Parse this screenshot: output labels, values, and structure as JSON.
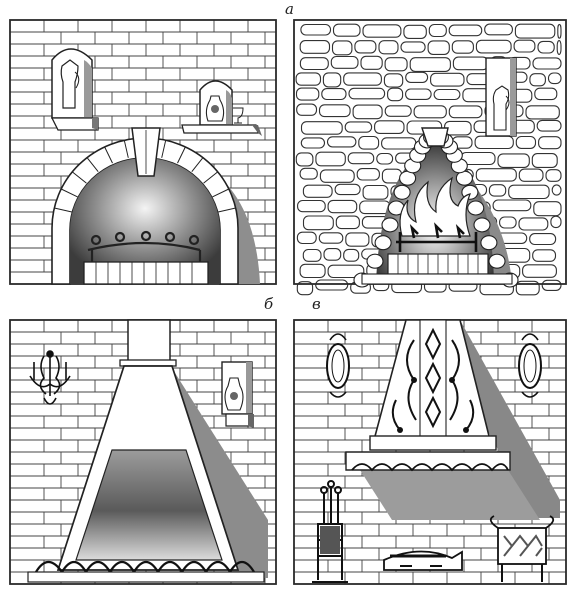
{
  "labels": {
    "a": "а",
    "b": "б",
    "c": "в"
  },
  "colors": {
    "ink": "#2a2a2a",
    "mortar": "#444444",
    "shadow": "#9a9a9a",
    "fire_dark": "#3a3a3a",
    "paper": "#ffffff"
  },
  "panels": [
    {
      "id": "arched-brick-fireplace",
      "wall": "brick",
      "opening": "round-arch",
      "niches": 2
    },
    {
      "id": "stone-wall-fireplace",
      "wall": "fieldstone",
      "opening": "pointed-arch",
      "niches": 1
    },
    {
      "id": "hood-fireplace",
      "wall": "brick",
      "opening": "pyramid-hood",
      "niches": 1
    },
    {
      "id": "decorated-hood-fireplace",
      "wall": "brick",
      "opening": "ornamented-hood",
      "niches": 0
    }
  ]
}
